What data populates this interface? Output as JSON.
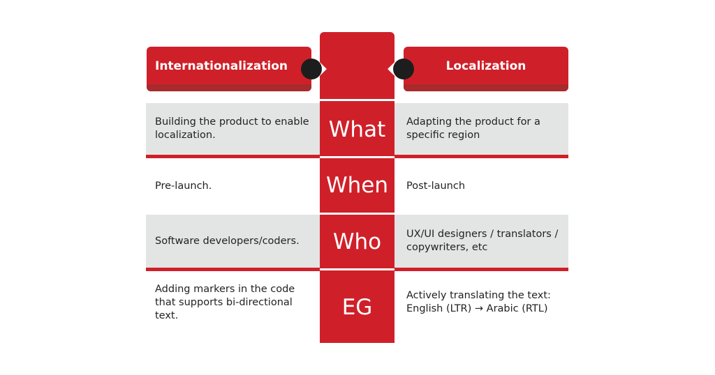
{
  "header": {
    "left_title": "Internationalization",
    "right_title": "Localization"
  },
  "colors": {
    "accent_red": "#cf2029",
    "shade_red": "#a82a2c",
    "row_gray": "#e3e4e4",
    "connector_dot": "#1d1d1d"
  },
  "rows": [
    {
      "label": "What",
      "left": "Building the product to enable localization.",
      "right": "Adapting the product for a specific region"
    },
    {
      "label": "When",
      "left": "Pre-launch.",
      "right": "Post-launch"
    },
    {
      "label": "Who",
      "left": "Software developers/coders.",
      "right": "UX/UI designers / translators / copywriters, etc"
    },
    {
      "label": "EG",
      "left": "Adding markers in the code that supports bi-directional text.",
      "right": "Actively translating the text: English (LTR) → Arabic (RTL)"
    }
  ]
}
